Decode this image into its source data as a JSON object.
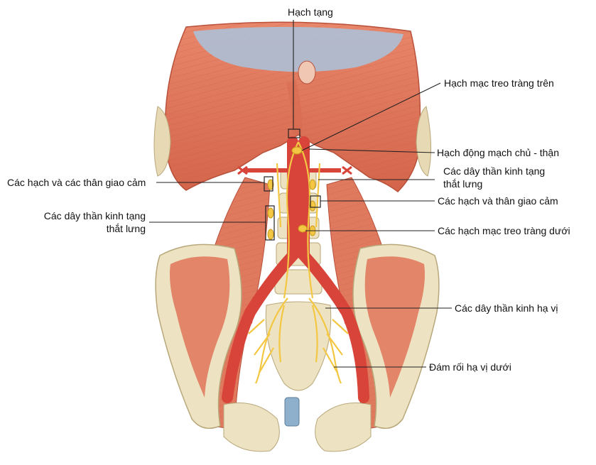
{
  "labels": {
    "celiac_ganglion": "Hạch tạng",
    "superior_mesenteric_ganglion": "Hạch mạc treo tràng trên",
    "aorticorenal_ganglion": "Hạch động mạch chủ - thận",
    "lumbar_splanchnic_right_1": "Các dây thần kinh tạng",
    "lumbar_splanchnic_right_2": "thắt lưng",
    "sympathetic_ganglia_trunk_right": "Các hạch và thân giao cảm",
    "inferior_mesenteric_ganglia": "Các hạch mạc treo tràng dưới",
    "hypogastric_nerves": "Các dây thần kinh hạ vị",
    "inferior_hypogastric_plexus": "Đám rối hạ vị dưới",
    "sympathetic_ganglia_trunks_left": "Các hạch và các thân giao cảm",
    "lumbar_splanchnic_left_1": "Các dây thần kinh tạng",
    "lumbar_splanchnic_left_2": "thắt lưng"
  },
  "colors": {
    "muscle": "#e07a5f",
    "muscle_dark": "#c9553f",
    "tendon": "#a9c3dd",
    "bone": "#ede3c2",
    "bone_edge": "#b8a77a",
    "artery": "#d9443a",
    "nerve": "#f3c744",
    "line": "#222222"
  }
}
